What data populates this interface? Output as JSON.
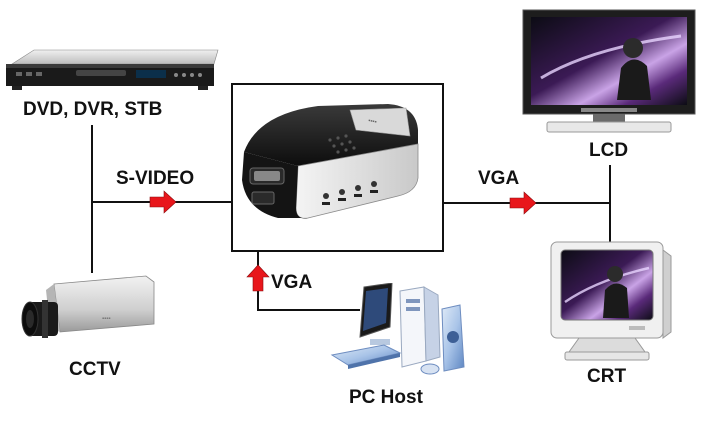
{
  "devices": {
    "dvd": {
      "label": "DVD, DVR, STB",
      "icon": "dvd-player-icon"
    },
    "cctv": {
      "label": "CCTV",
      "icon": "security-camera-icon"
    },
    "pc": {
      "label": "PC Host",
      "icon": "desktop-pc-icon"
    },
    "lcd": {
      "label": "LCD",
      "icon": "lcd-monitor-icon"
    },
    "crt": {
      "label": "CRT",
      "icon": "crt-monitor-icon"
    },
    "converter": {
      "icon": "vga-to-tv-converter-icon"
    }
  },
  "connections": {
    "input_left": "S-VIDEO",
    "input_bottom": "VGA",
    "output_right": "VGA"
  },
  "colors": {
    "arrow": "#e8161b",
    "line": "#111111",
    "device_body": "#1c1c1c",
    "screen_glow": "#8a3fbf"
  }
}
